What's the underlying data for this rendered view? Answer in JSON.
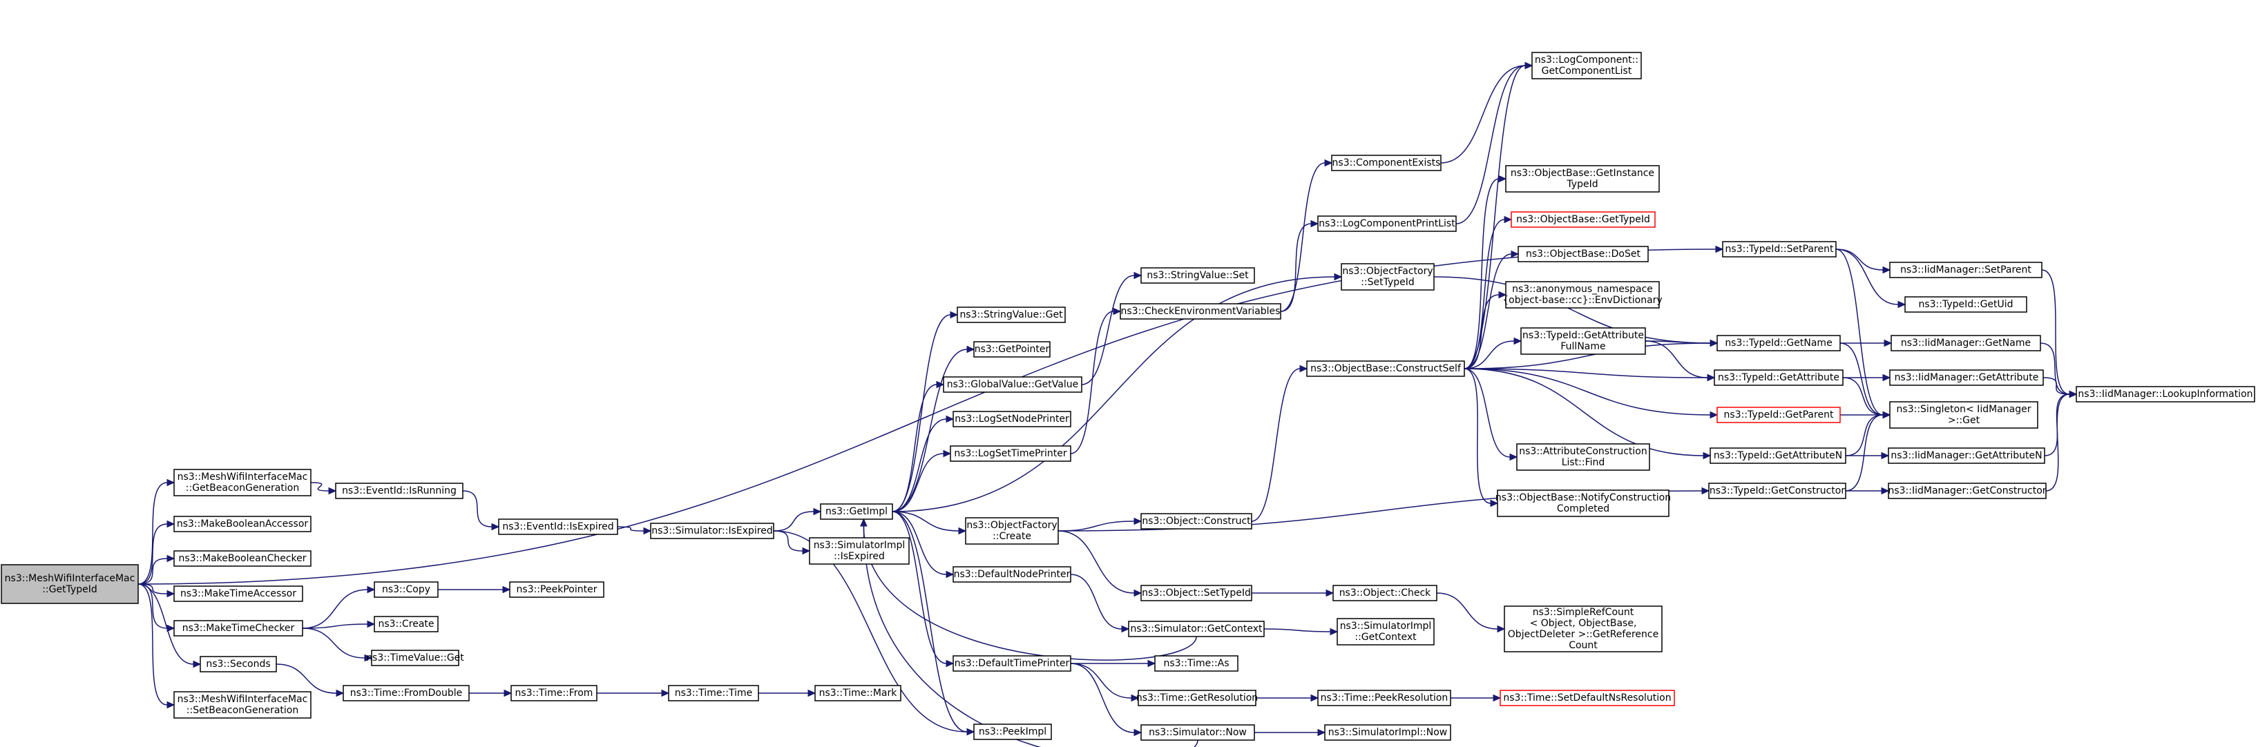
{
  "graph": {
    "colors": {
      "edge": "#191970",
      "node_border": "#000000",
      "root_fill": "#bfbfbf",
      "missing_border": "#ff0000"
    },
    "nodes": [
      {
        "id": "root",
        "lines": [
          "ns3::MeshWifiInterfaceMac",
          "::GetTypeId"
        ],
        "kind": "root"
      },
      {
        "id": "getBeacon",
        "lines": [
          "ns3::MeshWifiInterfaceMac",
          "::GetBeaconGeneration"
        ]
      },
      {
        "id": "makeBoolAcc",
        "lines": [
          "ns3::MakeBooleanAccessor"
        ]
      },
      {
        "id": "makeBoolChk",
        "lines": [
          "ns3::MakeBooleanChecker"
        ]
      },
      {
        "id": "makeTimeAcc",
        "lines": [
          "ns3::MakeTimeAccessor"
        ]
      },
      {
        "id": "makeTimeChk",
        "lines": [
          "ns3::MakeTimeChecker"
        ]
      },
      {
        "id": "seconds",
        "lines": [
          "ns3::Seconds"
        ]
      },
      {
        "id": "setBeacon",
        "lines": [
          "ns3::MeshWifiInterfaceMac",
          "::SetBeaconGeneration"
        ]
      },
      {
        "id": "eventIsRunning",
        "lines": [
          "ns3::EventId::IsRunning"
        ]
      },
      {
        "id": "copy",
        "lines": [
          "ns3::Copy"
        ]
      },
      {
        "id": "create",
        "lines": [
          "ns3::Create"
        ]
      },
      {
        "id": "timeValueGet",
        "lines": [
          "ns3::TimeValue::Get"
        ]
      },
      {
        "id": "timeFromDouble",
        "lines": [
          "ns3::Time::FromDouble"
        ]
      },
      {
        "id": "eventIsExpired",
        "lines": [
          "ns3::EventId::IsExpired"
        ]
      },
      {
        "id": "peekPointer",
        "lines": [
          "ns3::PeekPointer"
        ]
      },
      {
        "id": "timeFrom",
        "lines": [
          "ns3::Time::From"
        ]
      },
      {
        "id": "simIsExpired",
        "lines": [
          "ns3::Simulator::IsExpired"
        ]
      },
      {
        "id": "timeTime",
        "lines": [
          "ns3::Time::Time"
        ]
      },
      {
        "id": "timeMark",
        "lines": [
          "ns3::Time::Mark"
        ]
      },
      {
        "id": "getImpl",
        "lines": [
          "ns3::GetImpl"
        ]
      },
      {
        "id": "simImplIsExpired",
        "lines": [
          "ns3::SimulatorImpl",
          "::IsExpired"
        ]
      },
      {
        "id": "peekImpl",
        "lines": [
          "ns3::PeekImpl"
        ]
      },
      {
        "id": "stringValueGet",
        "lines": [
          "ns3::StringValue::Get"
        ]
      },
      {
        "id": "getPointer",
        "lines": [
          "ns3::GetPointer"
        ]
      },
      {
        "id": "globalValueGet",
        "lines": [
          "ns3::GlobalValue::GetValue"
        ]
      },
      {
        "id": "logSetNode",
        "lines": [
          "ns3::LogSetNodePrinter"
        ]
      },
      {
        "id": "logSetTime",
        "lines": [
          "ns3::LogSetTimePrinter"
        ]
      },
      {
        "id": "objFactCreate",
        "lines": [
          "ns3::ObjectFactory",
          "::Create"
        ]
      },
      {
        "id": "defNodePrinter",
        "lines": [
          "ns3::DefaultNodePrinter"
        ]
      },
      {
        "id": "defTimePrinter",
        "lines": [
          "ns3::DefaultTimePrinter"
        ]
      },
      {
        "id": "stringValueSet",
        "lines": [
          "ns3::StringValue::Set"
        ]
      },
      {
        "id": "checkEnv",
        "lines": [
          "ns3::CheckEnvironmentVariables"
        ]
      },
      {
        "id": "objConstruct",
        "lines": [
          "ns3::Object::Construct"
        ]
      },
      {
        "id": "objSetTypeId",
        "lines": [
          "ns3::Object::SetTypeId"
        ]
      },
      {
        "id": "simGetContext",
        "lines": [
          "ns3::Simulator::GetContext"
        ]
      },
      {
        "id": "timeAs",
        "lines": [
          "ns3::Time::As"
        ]
      },
      {
        "id": "timeGetRes",
        "lines": [
          "ns3::Time::GetResolution"
        ]
      },
      {
        "id": "simNow",
        "lines": [
          "ns3::Simulator::Now"
        ]
      },
      {
        "id": "compExists",
        "lines": [
          "ns3::ComponentExists"
        ]
      },
      {
        "id": "logCompPrintList",
        "lines": [
          "ns3::LogComponentPrintList"
        ]
      },
      {
        "id": "objFactSetTypeId",
        "lines": [
          "ns3::ObjectFactory",
          "::SetTypeId"
        ]
      },
      {
        "id": "objBaseConstructSelf",
        "lines": [
          "ns3::ObjectBase::ConstructSelf"
        ]
      },
      {
        "id": "objCheck",
        "lines": [
          "ns3::Object::Check"
        ]
      },
      {
        "id": "simImplGetContext",
        "lines": [
          "ns3::SimulatorImpl",
          "::GetContext"
        ]
      },
      {
        "id": "timePeekRes",
        "lines": [
          "ns3::Time::PeekResolution"
        ]
      },
      {
        "id": "simImplNow",
        "lines": [
          "ns3::SimulatorImpl::Now"
        ]
      },
      {
        "id": "logCompGetList",
        "lines": [
          "ns3::LogComponent::",
          "GetComponentList"
        ]
      },
      {
        "id": "objBaseGetInst",
        "lines": [
          "ns3::ObjectBase::GetInstance",
          "TypeId"
        ]
      },
      {
        "id": "objBaseGetTypeId",
        "lines": [
          "ns3::ObjectBase::GetTypeId"
        ],
        "kind": "red"
      },
      {
        "id": "objBaseDoSet",
        "lines": [
          "ns3::ObjectBase::DoSet"
        ]
      },
      {
        "id": "anonEnvDict",
        "lines": [
          "ns3::anonymous_namespace",
          "{object-base::cc}::EnvDictionary"
        ]
      },
      {
        "id": "typeIdGetAttrFull",
        "lines": [
          "ns3::TypeId::GetAttribute",
          "FullName"
        ]
      },
      {
        "id": "attrConstrFind",
        "lines": [
          "ns3::AttributeConstruction",
          "List::Find"
        ]
      },
      {
        "id": "objBaseNotify",
        "lines": [
          "ns3::ObjectBase::NotifyConstruction",
          "Completed"
        ]
      },
      {
        "id": "simpleRefCount",
        "lines": [
          "ns3::SimpleRefCount",
          "< Object, ObjectBase,",
          "ObjectDeleter >::GetReference",
          "Count"
        ]
      },
      {
        "id": "timeSetDefaultNs",
        "lines": [
          "ns3::Time::SetDefaultNsResolution"
        ],
        "kind": "red"
      },
      {
        "id": "typeIdSetParent",
        "lines": [
          "ns3::TypeId::SetParent"
        ]
      },
      {
        "id": "typeIdGetName",
        "lines": [
          "ns3::TypeId::GetName"
        ]
      },
      {
        "id": "typeIdGetAttr",
        "lines": [
          "ns3::TypeId::GetAttribute"
        ]
      },
      {
        "id": "typeIdGetParent",
        "lines": [
          "ns3::TypeId::GetParent"
        ],
        "kind": "red"
      },
      {
        "id": "typeIdGetAttrN",
        "lines": [
          "ns3::TypeId::GetAttributeN"
        ]
      },
      {
        "id": "typeIdGetConstr",
        "lines": [
          "ns3::TypeId::GetConstructor"
        ]
      },
      {
        "id": "iidSetParent",
        "lines": [
          "ns3::IidManager::SetParent"
        ]
      },
      {
        "id": "typeIdGetUid",
        "lines": [
          "ns3::TypeId::GetUid"
        ]
      },
      {
        "id": "iidGetName",
        "lines": [
          "ns3::IidManager::GetName"
        ]
      },
      {
        "id": "iidGetAttr",
        "lines": [
          "ns3::IidManager::GetAttribute"
        ]
      },
      {
        "id": "singletonGet",
        "lines": [
          "ns3::Singleton< IidManager",
          ">::Get"
        ]
      },
      {
        "id": "iidGetAttrN",
        "lines": [
          "ns3::IidManager::GetAttributeN"
        ]
      },
      {
        "id": "iidGetConstr",
        "lines": [
          "ns3::IidManager::GetConstructor"
        ]
      },
      {
        "id": "iidLookup",
        "lines": [
          "ns3::IidManager::LookupInformation"
        ]
      }
    ],
    "edges": [
      [
        "root",
        "getBeacon"
      ],
      [
        "root",
        "makeBoolAcc"
      ],
      [
        "root",
        "makeBoolChk"
      ],
      [
        "root",
        "makeTimeAcc"
      ],
      [
        "root",
        "makeTimeChk"
      ],
      [
        "root",
        "seconds"
      ],
      [
        "root",
        "setBeacon"
      ],
      [
        "root",
        "typeIdSetParent"
      ],
      [
        "getBeacon",
        "eventIsRunning"
      ],
      [
        "eventIsRunning",
        "eventIsExpired"
      ],
      [
        "eventIsExpired",
        "simIsExpired"
      ],
      [
        "simIsExpired",
        "getImpl"
      ],
      [
        "simIsExpired",
        "simImplIsExpired"
      ],
      [
        "simIsExpired",
        "peekImpl"
      ],
      [
        "makeTimeChk",
        "copy"
      ],
      [
        "makeTimeChk",
        "create"
      ],
      [
        "makeTimeChk",
        "timeValueGet"
      ],
      [
        "copy",
        "peekPointer"
      ],
      [
        "seconds",
        "timeFromDouble"
      ],
      [
        "timeFromDouble",
        "timeFrom"
      ],
      [
        "timeFrom",
        "timeTime"
      ],
      [
        "timeTime",
        "timeMark"
      ],
      [
        "getImpl",
        "stringValueGet"
      ],
      [
        "getImpl",
        "getPointer"
      ],
      [
        "getImpl",
        "globalValueGet"
      ],
      [
        "getImpl",
        "logSetNode"
      ],
      [
        "getImpl",
        "logSetTime"
      ],
      [
        "getImpl",
        "objFactCreate"
      ],
      [
        "getImpl",
        "defNodePrinter"
      ],
      [
        "getImpl",
        "defTimePrinter"
      ],
      [
        "getImpl",
        "peekImpl"
      ],
      [
        "getImpl",
        "objFactSetTypeId"
      ],
      [
        "globalValueGet",
        "stringValueSet"
      ],
      [
        "logSetTime",
        "checkEnv"
      ],
      [
        "checkEnv",
        "compExists"
      ],
      [
        "checkEnv",
        "logCompPrintList"
      ],
      [
        "compExists",
        "logCompGetList"
      ],
      [
        "logCompPrintList",
        "logCompGetList"
      ],
      [
        "objFactCreate",
        "objConstruct"
      ],
      [
        "objFactCreate",
        "objSetTypeId"
      ],
      [
        "objFactCreate",
        "typeIdGetConstr"
      ],
      [
        "objConstruct",
        "objBaseConstructSelf"
      ],
      [
        "objSetTypeId",
        "objCheck"
      ],
      [
        "objCheck",
        "simpleRefCount"
      ],
      [
        "defNodePrinter",
        "simGetContext"
      ],
      [
        "simGetContext",
        "getImpl"
      ],
      [
        "simGetContext",
        "simImplGetContext"
      ],
      [
        "defTimePrinter",
        "timeAs"
      ],
      [
        "defTimePrinter",
        "timeGetRes"
      ],
      [
        "defTimePrinter",
        "simNow"
      ],
      [
        "simNow",
        "getImpl"
      ],
      [
        "simNow",
        "simImplNow"
      ],
      [
        "timeGetRes",
        "timePeekRes"
      ],
      [
        "timePeekRes",
        "timeSetDefaultNs"
      ],
      [
        "objFactSetTypeId",
        "typeIdGetName"
      ],
      [
        "objBaseConstructSelf",
        "logCompGetList"
      ],
      [
        "objBaseConstructSelf",
        "objBaseGetInst"
      ],
      [
        "objBaseConstructSelf",
        "objBaseGetTypeId"
      ],
      [
        "objBaseConstructSelf",
        "objBaseDoSet"
      ],
      [
        "objBaseConstructSelf",
        "anonEnvDict"
      ],
      [
        "objBaseConstructSelf",
        "typeIdGetAttrFull"
      ],
      [
        "objBaseConstructSelf",
        "attrConstrFind"
      ],
      [
        "objBaseConstructSelf",
        "objBaseNotify"
      ],
      [
        "objBaseConstructSelf",
        "typeIdGetName"
      ],
      [
        "objBaseConstructSelf",
        "typeIdGetAttr"
      ],
      [
        "objBaseConstructSelf",
        "typeIdGetParent"
      ],
      [
        "objBaseConstructSelf",
        "typeIdGetAttrN"
      ],
      [
        "typeIdGetAttrFull",
        "typeIdGetName"
      ],
      [
        "typeIdGetAttrFull",
        "typeIdGetAttr"
      ],
      [
        "typeIdSetParent",
        "iidSetParent"
      ],
      [
        "typeIdSetParent",
        "typeIdGetUid"
      ],
      [
        "typeIdSetParent",
        "singletonGet"
      ],
      [
        "typeIdGetName",
        "iidGetName"
      ],
      [
        "typeIdGetName",
        "singletonGet"
      ],
      [
        "typeIdGetAttr",
        "iidGetAttr"
      ],
      [
        "typeIdGetAttr",
        "singletonGet"
      ],
      [
        "typeIdGetParent",
        "singletonGet"
      ],
      [
        "typeIdGetAttrN",
        "iidGetAttrN"
      ],
      [
        "typeIdGetAttrN",
        "singletonGet"
      ],
      [
        "typeIdGetConstr",
        "iidGetConstr"
      ],
      [
        "typeIdGetConstr",
        "singletonGet"
      ],
      [
        "iidSetParent",
        "iidLookup"
      ],
      [
        "iidGetName",
        "iidLookup"
      ],
      [
        "iidGetAttr",
        "iidLookup"
      ],
      [
        "iidGetAttrN",
        "iidLookup"
      ],
      [
        "iidGetConstr",
        "iidLookup"
      ]
    ]
  }
}
